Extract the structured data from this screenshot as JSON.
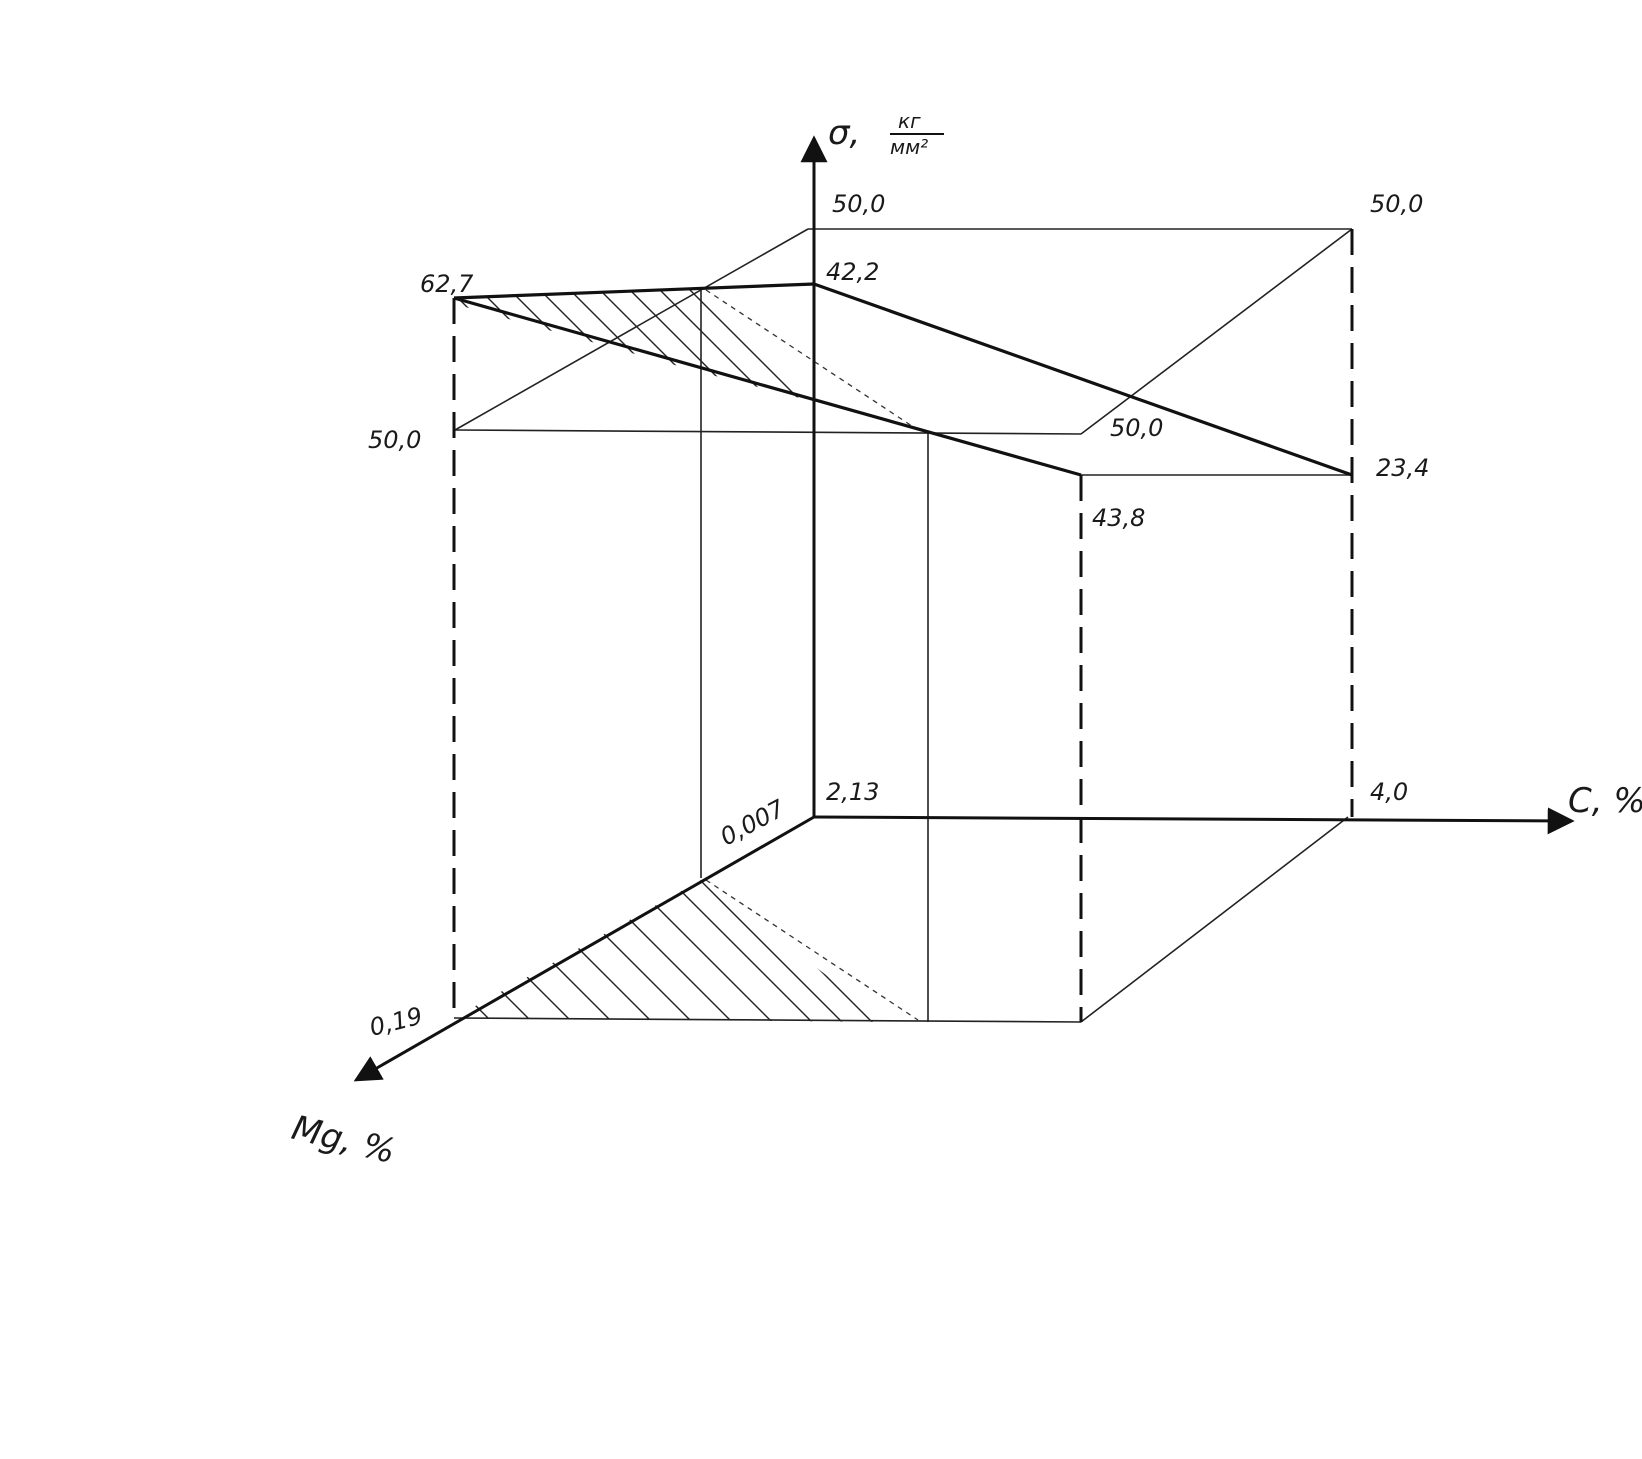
{
  "axes": {
    "sigma_label": "σ, кг/мм²",
    "sigma_symbol": "σ,",
    "sigma_unit_top": "кг",
    "sigma_unit_bottom": "мм²",
    "c_label": "C, %",
    "mg_label": "Mg, %"
  },
  "values": {
    "sigma_back_left": "50,0",
    "sigma_back_right": "50,0",
    "sigma_front_left_top": "62,7",
    "sigma_front_left_base": "50,0",
    "sigma_origin_top": "42,2",
    "sigma_mid_right": "50,0",
    "sigma_front_right": "43,8",
    "sigma_back_right_low": "23,4",
    "c_min": "2,13",
    "c_max": "4,0",
    "mg_min": "0,007",
    "mg_max": "0,19"
  }
}
